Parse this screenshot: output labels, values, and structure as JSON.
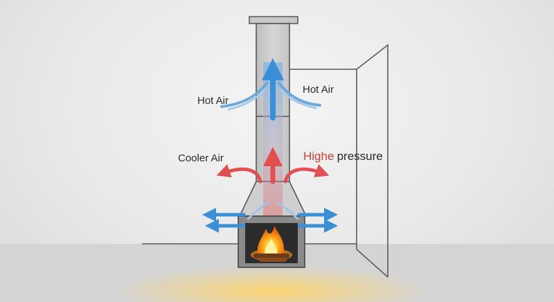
{
  "labels": {
    "hot_air_left": "Hot Air",
    "hot_air_right": "Hot Air",
    "cooler_air": "Cooler Air",
    "higher_pressure_red": "Highe",
    "higher_pressure_dark": "pressure"
  },
  "colors": {
    "hot_air_arrow": "#3b8fd6",
    "warm_arrow": "#e05050",
    "chimney": "#cfcfcf",
    "fire": "#f4a012"
  }
}
